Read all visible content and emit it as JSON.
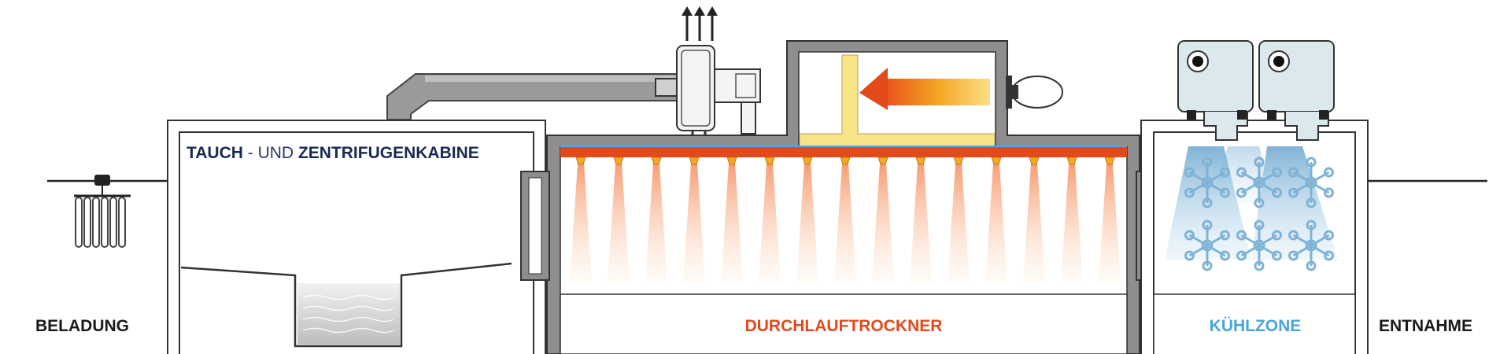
{
  "labels": {
    "loading": "BELADUNG",
    "unloading": "ENTNAHME",
    "cabin_part1": "TAUCH",
    "cabin_part2": " - UND ",
    "cabin_part3": "ZENTRIFUGENKABINE",
    "dryer": "DURCHLAUFTROCKNER",
    "cooling": "KÜHLZONE"
  },
  "colors": {
    "navy": "#1a2a52",
    "dryer_red": "#e24a1c",
    "cooling_blue": "#4aa3dc",
    "wall_gray": "#8e8e8e",
    "burner_yellow": "#f7e58a",
    "spray_orange": "#f7a86a"
  },
  "icons": {
    "exhaust": "up-arrows-icon",
    "basket": "parts-basket-icon",
    "snowflake": "snowflake-icon",
    "fan": "cooling-fan-icon",
    "burner": "burner-icon"
  }
}
